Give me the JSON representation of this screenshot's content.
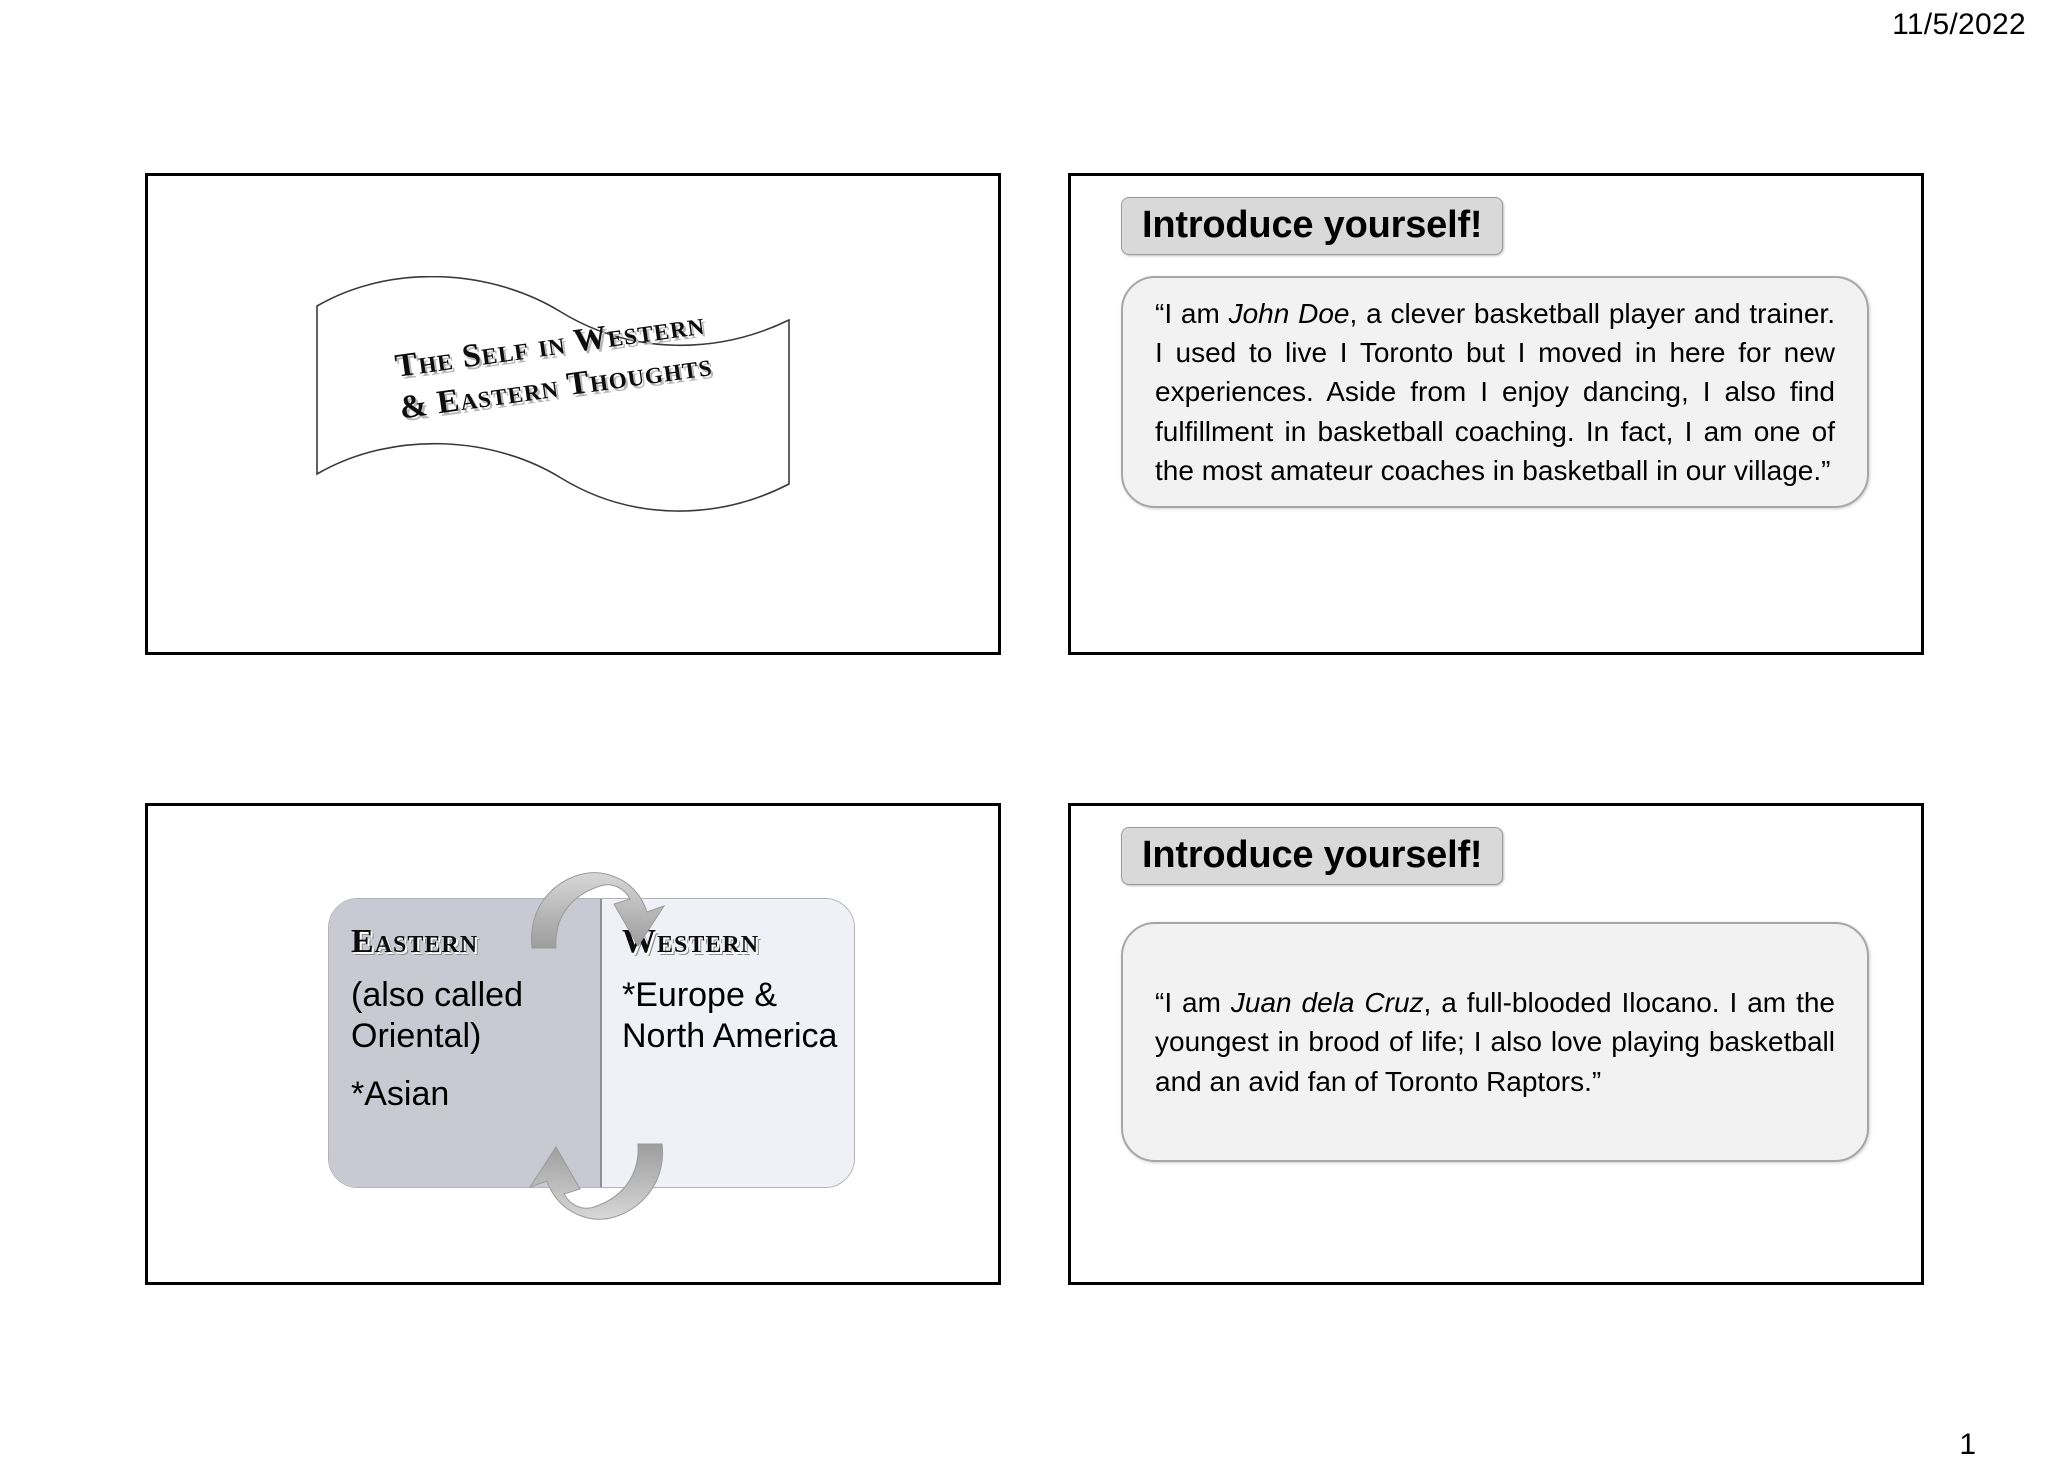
{
  "page": {
    "date": "11/5/2022",
    "page_number": "1"
  },
  "slides": {
    "slide1": {
      "banner": {
        "line1": "The Self in Western",
        "line2": "& Eastern Thoughts"
      }
    },
    "slide2": {
      "title": "Introduce yourself!",
      "quote": {
        "lead": "“I am ",
        "name": "John Doe",
        "rest": ", a clever basketball player and trainer. I used to live I Toronto but I moved in here for new experiences. Aside from I enjoy dancing, I also find fulfillment in basketball coaching. In fact, I am one of the most amateur coaches in basketball in our village.”"
      }
    },
    "slide3": {
      "diagram": {
        "left_panel": {
          "heading": "Eastern",
          "line1": "(also called Oriental)",
          "line2": "*Asian"
        },
        "right_panel": {
          "heading": "Western",
          "line1": "*Europe & North America"
        },
        "arrows": {
          "top": "clockwise-arrow-east-to-west",
          "bottom": "counterclockwise-arrow-west-to-east"
        },
        "colors": {
          "left_fill": "#c9c9d4",
          "right_fill": "#f0f0f7",
          "arrow": "#b3b3b3"
        }
      }
    },
    "slide4": {
      "title": "Introduce yourself!",
      "quote": {
        "lead": "“I am ",
        "name": "Juan dela Cruz",
        "rest": ", a full-blooded Ilocano. I am the youngest in brood of life; I also love playing basketball  and an avid fan of Toronto Raptors.”"
      }
    }
  }
}
